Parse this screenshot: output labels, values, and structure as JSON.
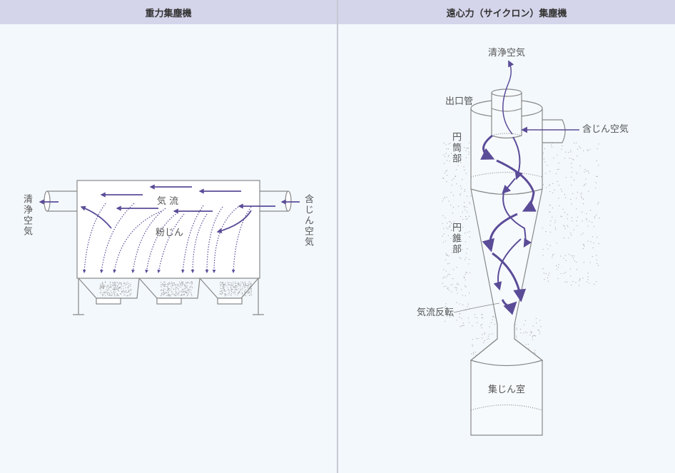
{
  "panels": [
    {
      "title": "重力集塵機",
      "labels": {
        "clean_air": "清浄空気",
        "dusty_air": "含じん空気",
        "airflow": "気 流",
        "dust": "粉じん"
      }
    },
    {
      "title": "遠心力（サイクロン）集塵機",
      "labels": {
        "clean_air": "清浄空気",
        "outlet_pipe": "出口管",
        "dusty_air": "含じん空気",
        "cylinder": "円筒部",
        "cone": "円錐部",
        "flow_reversal": "気流反転",
        "dust_chamber": "集じん室"
      }
    }
  ],
  "colors": {
    "header": "#d4d4ea",
    "background": "#f3f8fc",
    "arrow": "#5b4c98",
    "line": "#888888"
  }
}
